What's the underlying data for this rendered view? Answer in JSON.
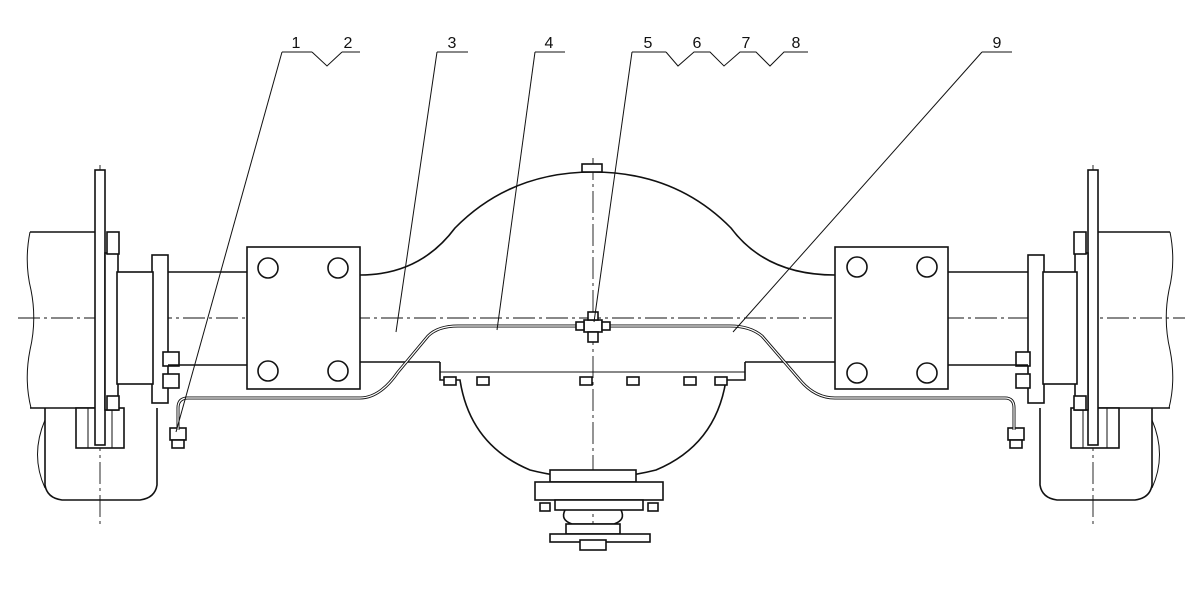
{
  "diagram": {
    "callouts": [
      {
        "id": "c1",
        "text": "1"
      },
      {
        "id": "c2",
        "text": "2"
      },
      {
        "id": "c3",
        "text": "3"
      },
      {
        "id": "c4",
        "text": "4"
      },
      {
        "id": "c5",
        "text": "5"
      },
      {
        "id": "c6",
        "text": "6"
      },
      {
        "id": "c7",
        "text": "7"
      },
      {
        "id": "c8",
        "text": "8"
      },
      {
        "id": "c9",
        "text": "9"
      }
    ],
    "line_color": "#111111",
    "background": "#ffffff"
  }
}
